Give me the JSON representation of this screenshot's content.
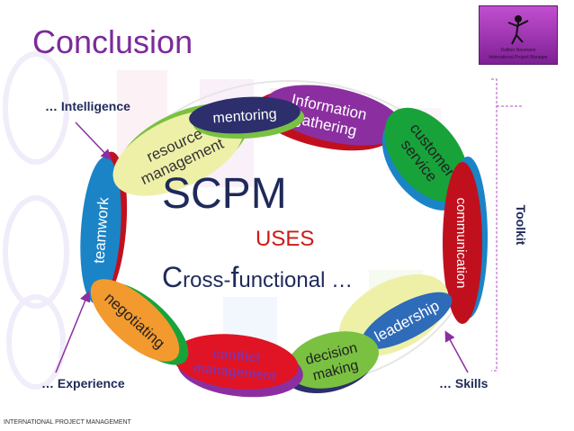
{
  "slide": {
    "title": "Conclusion",
    "logo": {
      "name": "Dalibor Neumann",
      "role": "International Project Manager"
    },
    "footer": "INTERNATIONAL PROJECT MANAGEMENT",
    "toolkit_label": "Toolkit"
  },
  "annotations": {
    "intelligence": "… Intelligence",
    "experience": "… Experience",
    "skills": "… Skills"
  },
  "center": {
    "main": "SCPM",
    "uses": "USES",
    "cross_big_c": "C",
    "cross_rest1": "ross-",
    "cross_big_f": "f",
    "cross_rest2": "unctional …"
  },
  "ellipses": [
    {
      "id": "mentoring",
      "lines": [
        "mentoring"
      ],
      "color": "#2c2f6b"
    },
    {
      "id": "information-gathering",
      "lines": [
        "Information",
        "gathering"
      ],
      "color": "#8b2fa0"
    },
    {
      "id": "customer-service",
      "lines": [
        "customer",
        "service"
      ],
      "color": "#17a33a"
    },
    {
      "id": "communication",
      "lines": [
        "communication"
      ],
      "color": "#c0101e"
    },
    {
      "id": "leadership",
      "lines": [
        "leadership"
      ],
      "color": "#2e6bb8"
    },
    {
      "id": "decision-making",
      "lines": [
        "decision",
        "making"
      ],
      "color": "#7ac142"
    },
    {
      "id": "conflict-management",
      "lines": [
        "conflict",
        "management"
      ],
      "color": "#e01424"
    },
    {
      "id": "negotiating",
      "lines": [
        "negotiating"
      ],
      "color": "#f29a2e"
    },
    {
      "id": "teamwork",
      "lines": [
        "teamwork"
      ],
      "color": "#1a84c7"
    },
    {
      "id": "resource-management",
      "lines": [
        "resource",
        "management"
      ],
      "color": "#eef0a8"
    }
  ]
}
